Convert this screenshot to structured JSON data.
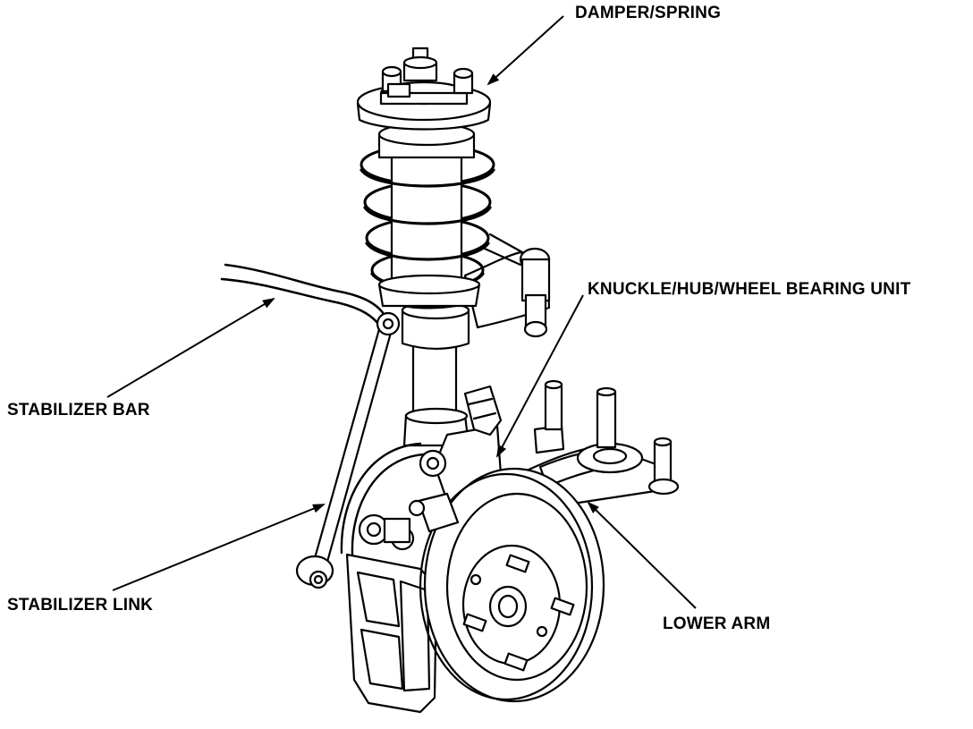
{
  "figure": {
    "title": "",
    "ink_color": "#000000",
    "paper_color": "#ffffff"
  },
  "callouts": {
    "damper_spring": "DAMPER/SPRING",
    "knuckle_hub_bearing": "KNUCKLE/HUB/WHEEL BEARING UNIT",
    "stabilizer_bar": "STABILIZER BAR",
    "stabilizer_link": "STABILIZER LINK",
    "lower_arm": "LOWER ARM"
  }
}
